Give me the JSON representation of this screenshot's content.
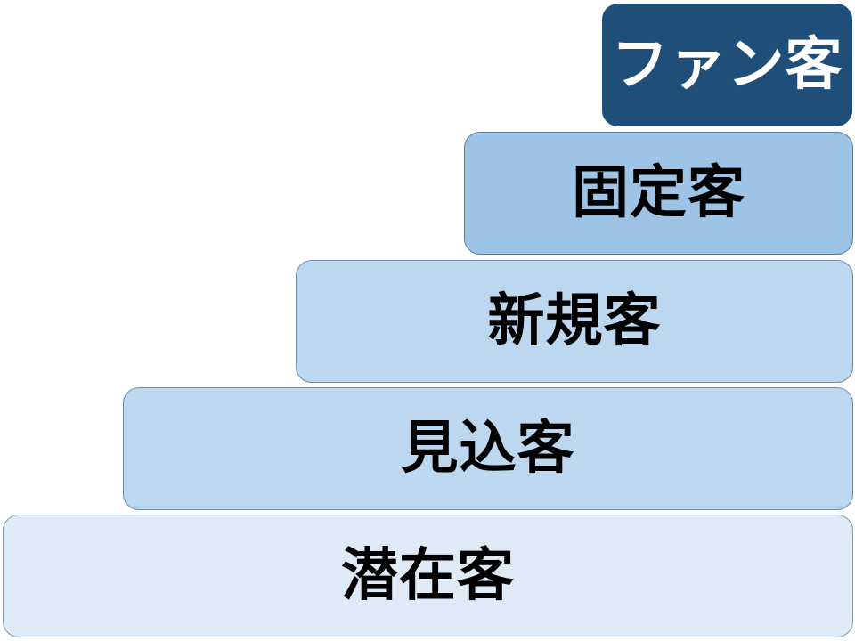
{
  "steps": [
    {
      "label": "ファン客",
      "color": "#1f4e79"
    },
    {
      "label": "固定客",
      "color": "#9dc3e6"
    },
    {
      "label": "新規客",
      "color": "#bdd7ee"
    },
    {
      "label": "見込客",
      "color": "#bdd7ee"
    },
    {
      "label": "潜在客",
      "color": "#deebf7"
    }
  ]
}
